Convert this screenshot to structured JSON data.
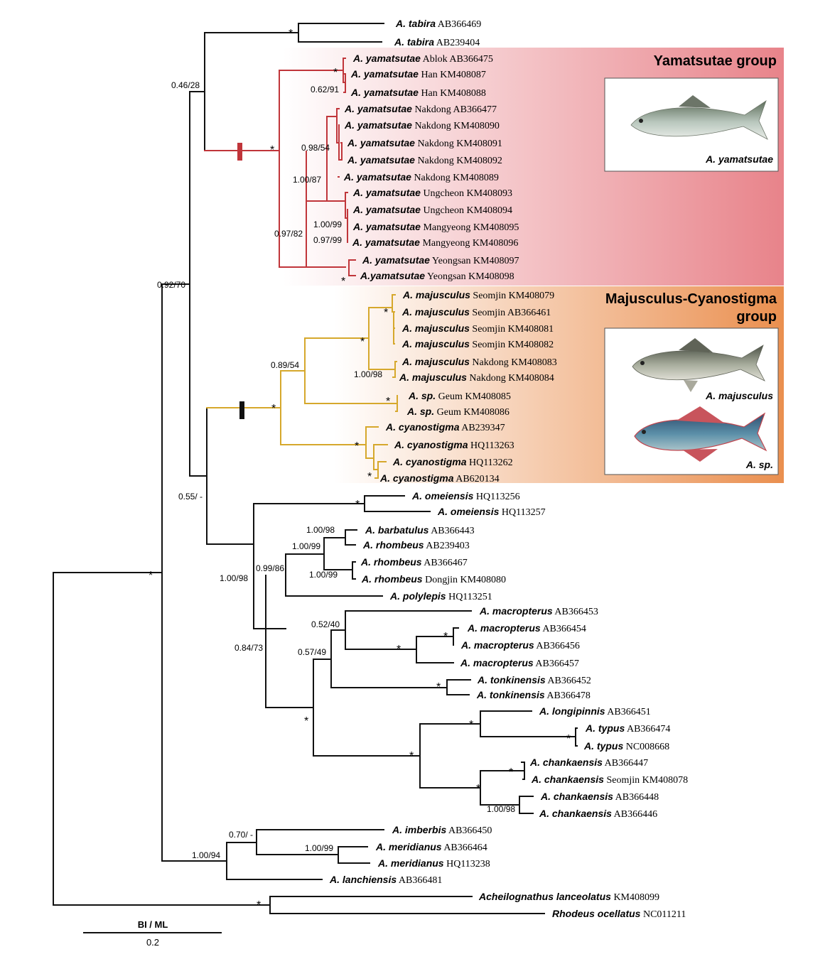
{
  "colors": {
    "black": "#111111",
    "yamatsutae": "#c0353a",
    "majusculus": "#d6a82c",
    "ygroup_bg": "#e8838a",
    "mgroup_bg": "#ea8f4f"
  },
  "groups": {
    "yamatsutae": {
      "title": "Yamatsutae group",
      "photo_label": "A. yamatsutae"
    },
    "majusculus": {
      "title_line1": "Majusculus-Cyanostigma",
      "title_line2": "group",
      "photo1_label": "A. majusculus",
      "photo2_label": "A. sp."
    }
  },
  "scale": {
    "title": "BI / ML",
    "value": "0.2"
  },
  "taxa": [
    {
      "sp": "A. tabira",
      "rest": "AB366469"
    },
    {
      "sp": "A. tabira",
      "rest": "AB239404"
    },
    {
      "sp": "A. yamatsutae",
      "rest": "Ablok AB366475"
    },
    {
      "sp": "A. yamatsutae",
      "rest": "Han KM408087"
    },
    {
      "sp": "A. yamatsutae",
      "rest": "Han KM408088"
    },
    {
      "sp": "A. yamatsutae",
      "rest": "Nakdong AB366477"
    },
    {
      "sp": "A. yamatsutae",
      "rest": "Nakdong KM408090"
    },
    {
      "sp": "A. yamatsutae",
      "rest": "Nakdong KM408091"
    },
    {
      "sp": "A. yamatsutae",
      "rest": "Nakdong KM408092"
    },
    {
      "sp": "A. yamatsutae",
      "rest": "Nakdong KM408089"
    },
    {
      "sp": "A. yamatsutae",
      "rest": "Ungcheon KM408093"
    },
    {
      "sp": "A. yamatsutae",
      "rest": "Ungcheon KM408094"
    },
    {
      "sp": "A. yamatsutae",
      "rest": "Mangyeong KM408095"
    },
    {
      "sp": "A. yamatsutae",
      "rest": "Mangyeong KM408096"
    },
    {
      "sp": "A. yamatsutae",
      "rest": "Yeongsan KM408097"
    },
    {
      "sp": "A.yamatsutae",
      "rest": "Yeongsan KM408098"
    },
    {
      "sp": "A. majusculus",
      "rest": "Seomjin KM408079"
    },
    {
      "sp": "A. majusculus",
      "rest": "Seomjin AB366461"
    },
    {
      "sp": "A. majusculus",
      "rest": "Seomjin KM408081"
    },
    {
      "sp": "A. majusculus",
      "rest": "Seomjin KM408082"
    },
    {
      "sp": "A. majusculus",
      "rest": "Nakdong KM408083"
    },
    {
      "sp": "A. majusculus",
      "rest": "Nakdong KM408084"
    },
    {
      "sp": "A. sp.",
      "rest": "Geum KM408085"
    },
    {
      "sp": "A. sp.",
      "rest": "Geum KM408086"
    },
    {
      "sp": "A. cyanostigma",
      "rest": "AB239347"
    },
    {
      "sp": "A. cyanostigma",
      "rest": "HQ113263"
    },
    {
      "sp": "A. cyanostigma",
      "rest": "HQ113262"
    },
    {
      "sp": "A. cyanostigma",
      "rest": "AB620134"
    },
    {
      "sp": "A. omeiensis",
      "rest": "HQ113256"
    },
    {
      "sp": "A. omeiensis",
      "rest": "HQ113257"
    },
    {
      "sp": "A. barbatulus",
      "rest": "AB366443"
    },
    {
      "sp": "A. rhombeus",
      "rest": "AB239403"
    },
    {
      "sp": "A. rhombeus",
      "rest": "AB366467"
    },
    {
      "sp": "A. rhombeus",
      "rest": "Dongjin KM408080"
    },
    {
      "sp": "A. polylepis",
      "rest": "HQ113251"
    },
    {
      "sp": "A. macropterus",
      "rest": "AB366453"
    },
    {
      "sp": "A. macropterus",
      "rest": "AB366454"
    },
    {
      "sp": "A. macropterus",
      "rest": "AB366456"
    },
    {
      "sp": "A. macropterus",
      "rest": "AB366457"
    },
    {
      "sp": "A. tonkinensis",
      "rest": "AB366452"
    },
    {
      "sp": "A. tonkinensis",
      "rest": "AB366478"
    },
    {
      "sp": "A. longipinnis",
      "rest": "AB366451"
    },
    {
      "sp": "A. typus",
      "rest": "AB366474"
    },
    {
      "sp": "A. typus",
      "rest": "NC008668"
    },
    {
      "sp": "A. chankaensis",
      "rest": "AB366447"
    },
    {
      "sp": "A. chankaensis",
      "rest": "Seomjin KM408078"
    },
    {
      "sp": "A. chankaensis",
      "rest": "AB366448"
    },
    {
      "sp": "A. chankaensis",
      "rest": "AB366446"
    },
    {
      "sp": "A. imberbis",
      "rest": "AB366450"
    },
    {
      "sp": "A. meridianus",
      "rest": "AB366464"
    },
    {
      "sp": "A. meridianus",
      "rest": "HQ113238"
    },
    {
      "sp": "A. lanchiensis",
      "rest": "AB366481"
    },
    {
      "sp": "Acheilognathus  lanceolatus",
      "rest": "KM408099"
    },
    {
      "sp": "Rhodeus ocellatus",
      "rest": "NC011211"
    }
  ],
  "supports": [
    "0.46/28",
    "0.62/91",
    "0.98/54",
    "1.00/87",
    "0.97/82",
    "1.00/99",
    "0.97/99",
    "0.92/70",
    "0.89/54",
    "1.00/98",
    "0.55/ -",
    "1.00/98",
    "1.00/99",
    "1.00/99",
    "1.00/98",
    "0.99/86",
    "0.52/40",
    "0.57/49",
    "0.84/73",
    "1.00/98",
    "0.70/ -",
    "1.00/99",
    "1.00/94"
  ]
}
